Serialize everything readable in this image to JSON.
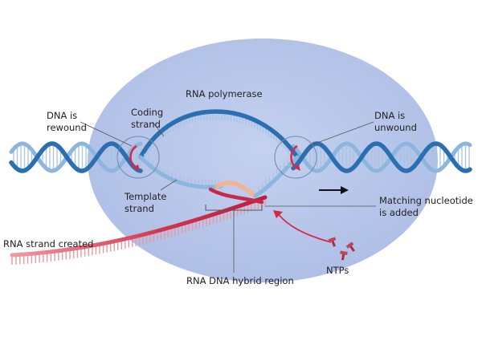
{
  "labels": {
    "rna_polymerase": "RNA polymerase",
    "dna_rewound_1": "DNA is",
    "dna_rewound_2": "rewound",
    "coding_1": "Coding",
    "coding_2": "strand",
    "dna_unwound_1": "DNA is",
    "dna_unwound_2": "unwound",
    "template_1": "Template",
    "template_2": "strand",
    "matching_1": "Matching nucleotide",
    "matching_2": "is added",
    "rna_created": "RNA strand created",
    "ntps": "NTPs",
    "hybrid": "RNA DNA hybrid region"
  },
  "colors": {
    "dna_strand": "#2a6fb0",
    "dna_strand_light": "#8cb6dd",
    "rungs": "#a9c3e3",
    "polymerase": "#b4c4ea",
    "rna": "#c7284a",
    "rna_rungs": "#e49a9f",
    "hybrid_dna": "#f2b48f",
    "arrow_red": "#d42a48",
    "text": "#222222"
  }
}
